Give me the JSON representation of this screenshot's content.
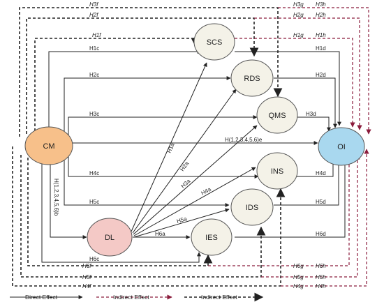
{
  "colors": {
    "cm_fill": "#f7c08a",
    "oi_fill": "#a9d8ef",
    "dl_fill": "#f4c9c6",
    "mediator_fill": "#f4f2e8",
    "direct": "#222222",
    "indirect_dark": "#222222",
    "indirect_red": "#8b1c3c"
  },
  "nodes": {
    "cm": "CM",
    "oi": "OI",
    "dl": "DL",
    "scs": "SCS",
    "rds": "RDS",
    "qms": "QMS",
    "ins": "INS",
    "ids": "IDS",
    "ies": "IES"
  },
  "labels": {
    "h1c": "H1c",
    "h1d": "H1d",
    "h2c": "H2c",
    "h2d": "H2d",
    "h3c": "H3c",
    "h3d": "H3d",
    "h4c": "H4c",
    "h4d": "H4d",
    "h5c": "H5c",
    "h5d": "H5d",
    "h6a": "H6a",
    "h6c": "H6c",
    "h6d": "H6d",
    "h1a": "H1a",
    "h2a": "H2a",
    "h3a": "H3a",
    "h4a": "H4a",
    "h5a": "H5a",
    "h123456e": "H(1,2,3,4,5,6)e",
    "h123456b": "H(1,2,3,4,5,6)b",
    "h1f": "H1f",
    "h2f": "H2f",
    "h3f": "H3f",
    "h4f": "H4f",
    "h5f": "H5f",
    "h6f": "H6f",
    "h1g": "H1g",
    "h1h": "H1h",
    "h2g": "H2g",
    "h2h": "H2h",
    "h3g": "H3g",
    "h3h": "H3h",
    "h4g": "H4g",
    "h4h": "H4h",
    "h5g": "H5g",
    "h5h": "H5h",
    "h6g": "H6g",
    "h6h": "H6h"
  },
  "legend": {
    "direct": "Direct Effect",
    "indirect_red": "Indirect Effect",
    "indirect_dark": "Indirect Effect"
  }
}
